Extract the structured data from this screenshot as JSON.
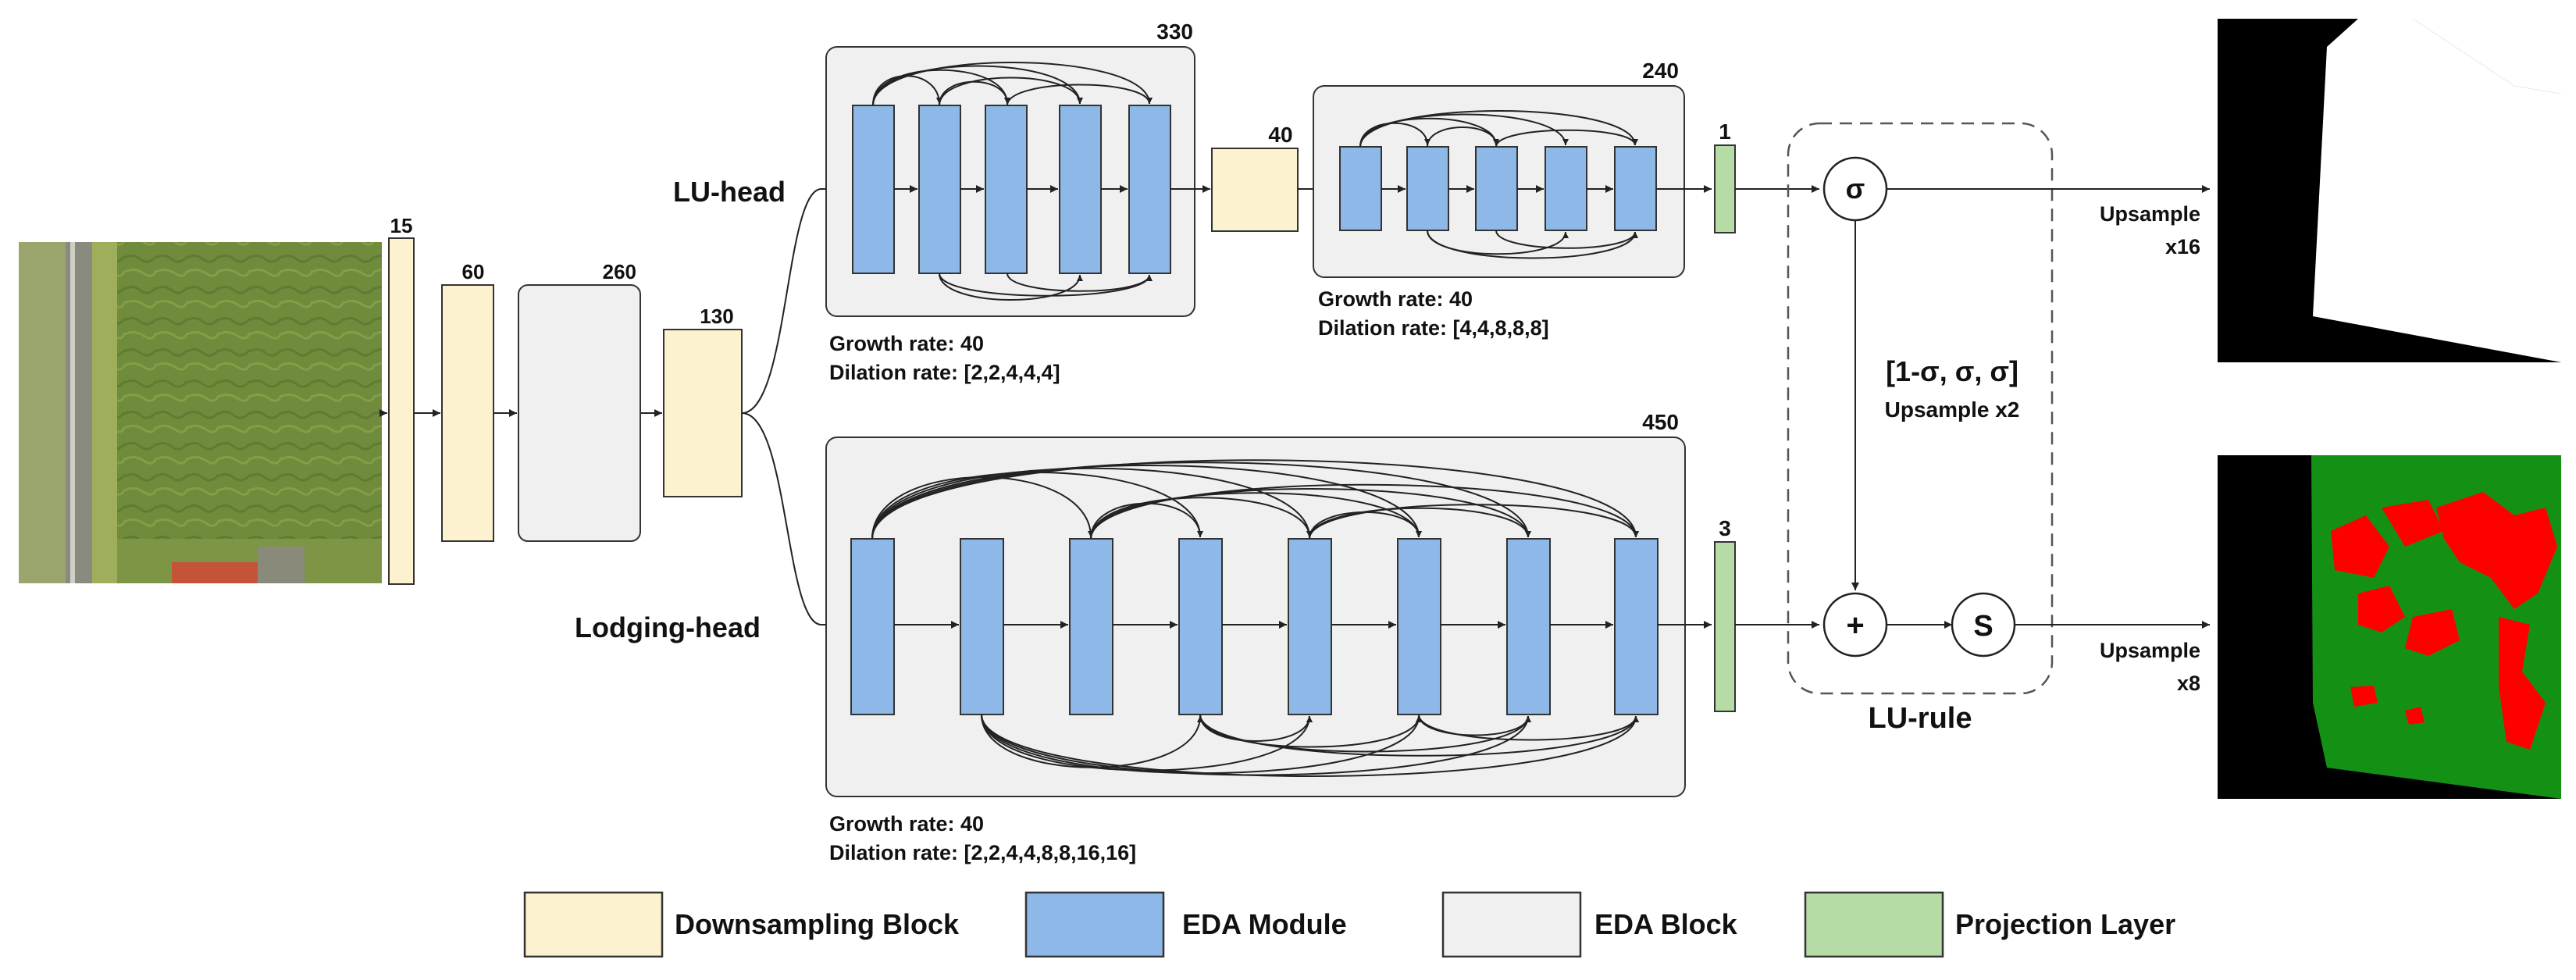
{
  "colors": {
    "downsampling": "#fdf2d0",
    "eda_module": "#8db8e8",
    "eda_block": "#f0f0f0",
    "projection": "#b5dca5",
    "lodging": "#ff0000",
    "crop": "#149114",
    "background": "#000000",
    "stroke": "#333333"
  },
  "input": {
    "channels": [
      "15",
      "60",
      "260",
      "130"
    ]
  },
  "heads": {
    "lu": {
      "name": "LU-head",
      "block1": {
        "channels": "330",
        "growth": "Growth rate: 40",
        "dilation": "Dilation rate: [2,2,4,4,4]"
      },
      "down_channels": "40",
      "block2": {
        "channels": "240",
        "growth": "Growth rate: 40",
        "dilation": "Dilation rate: [4,4,8,8,8]"
      },
      "projection_channels": "1"
    },
    "lodging": {
      "name": "Lodging-head",
      "block": {
        "channels": "450",
        "growth": "Growth rate: 40",
        "dilation": "Dilation rate: [2,2,4,4,8,8,16,16]"
      },
      "projection_channels": "3"
    }
  },
  "lu_rule": {
    "title": "LU-rule",
    "sigma": "σ",
    "plus": "+",
    "softmax": "S",
    "vector": "[1-σ, σ, σ]",
    "upsample": "Upsample x2"
  },
  "outputs": {
    "top_upsample_1": "Upsample",
    "top_upsample_2": "x16",
    "bottom_upsample_1": "Upsample",
    "bottom_upsample_2": "x8"
  },
  "legend": [
    {
      "label": "Downsampling Block",
      "color_key": "downsampling"
    },
    {
      "label": "EDA Module",
      "color_key": "eda_module"
    },
    {
      "label": "EDA Block",
      "color_key": "eda_block"
    },
    {
      "label": "Projection Layer",
      "color_key": "projection"
    }
  ]
}
